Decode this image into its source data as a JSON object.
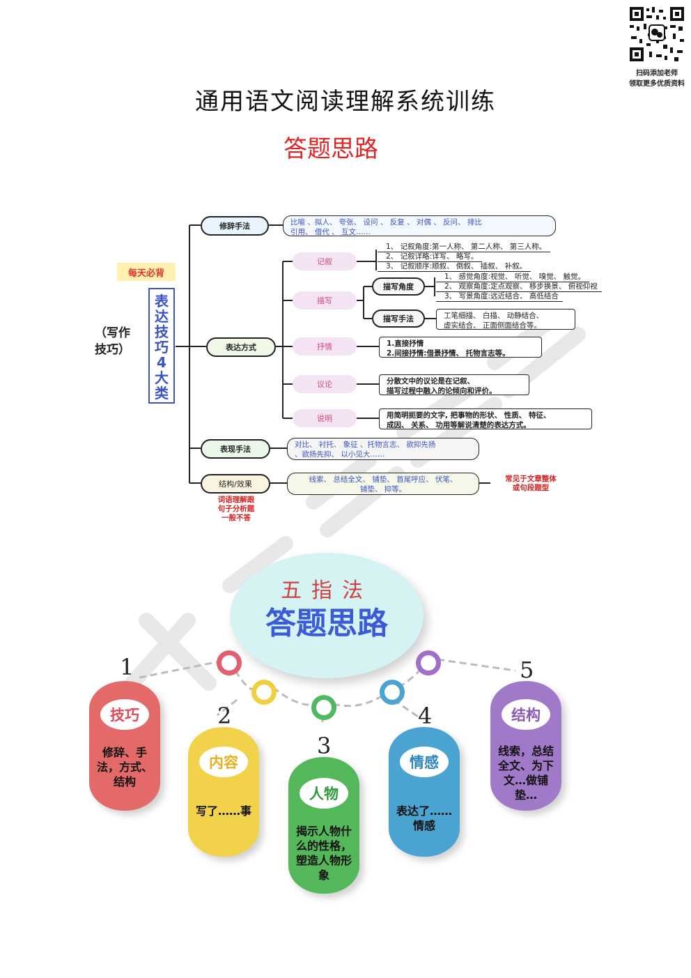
{
  "header": {
    "qr_caption_1": "扫码添加老师",
    "qr_caption_2": "领取更多优质资料",
    "title": "通用语文阅读理解系统训练",
    "subtitle": "答题思路"
  },
  "mindmap": {
    "ribbon": "每天必背",
    "root_label": "(写作技巧)",
    "root_label_1": "（写作",
    "root_label_2": "技巧）",
    "vertical_chars": [
      "表",
      "达",
      "技",
      "巧",
      "4",
      "大",
      "类"
    ],
    "branch_rhetoric": {
      "label": "修辞手法",
      "content_1": "比喻 、拟人、 夸张、 设问 、 反复 、 对偶 、 反问、 排比",
      "content_2": "引用、 借代 、 互文……"
    },
    "branch_expression": {
      "label": "表达方式",
      "narration": {
        "label": "记叙",
        "items": [
          "1、 记叙角度:第一人称、 第二人称、 第三人称。",
          "2、 记叙详略:详写、 略写。",
          "3、 记叙顺序:顺叙、 倒叙、 插叙、 补叙。"
        ]
      },
      "description": {
        "label": "描写",
        "angle": {
          "label": "描写角度",
          "items": [
            "1、 感觉角度:视觉、 听觉、 嗅觉、 触觉。",
            "2、 观察角度:定点观察、 移步换景、 俯视仰视",
            "3、 写景角度:远近结合、 高低结合"
          ]
        },
        "method": {
          "label": "描写手法",
          "line_1": "工笔细描、 白描、 动静结合、",
          "line_2": "虚实结合、 正面侧面结合等。"
        }
      },
      "lyric": {
        "label": "抒情",
        "line_1": "1.直接抒情",
        "line_2": "2.间接抒情:借景抒情、 托物言志等。"
      },
      "argument": {
        "label": "议论",
        "line_1": "分散文中的议论是在记叙、",
        "line_2": "描写过程中融入的论倾向和评价。"
      },
      "exposition": {
        "label": "说明",
        "line_1": "用简明扼要的文字, 把事物的形状、 性质、 特征、",
        "line_2": "成因、 关系、 功用等解说清楚的表达方式。"
      }
    },
    "branch_technique": {
      "label": "表现手法",
      "content_1": "对比、 衬托、 象征 、托物言志、 欲抑先扬",
      "content_2": "、欲扬先抑、 以小见大……"
    },
    "branch_structure": {
      "label": "结构/效果",
      "content_1": "线索、 总结全文、 铺垫、 首尾呼应、 伏笔、",
      "content_2": "铺垫、 抑等。",
      "note_right_1": "常见于文章整体",
      "note_right_2": "或句段题型",
      "note_below_1": "词语理解跟",
      "note_below_2": "句子分析题",
      "note_below_3": "一般不答"
    }
  },
  "five_fingers": {
    "top_label": "五指法",
    "main_label": "答题思路",
    "items": [
      {
        "num": "1",
        "title": "技巧",
        "text": "修辞、手法，方式、结构",
        "line_1": "修辞、手",
        "line_2": "法，方式、",
        "line_3": "结构",
        "color": "#e46a6a"
      },
      {
        "num": "2",
        "title": "内容",
        "text": "写了……事",
        "line_1": "写了……事",
        "color": "#f1d24a"
      },
      {
        "num": "3",
        "title": "人物",
        "text": "揭示人物什么的性格，塑造人物形象",
        "line_1": "揭示人物什",
        "line_2": "么的性格，",
        "line_3": "塑造人物形",
        "line_4": "象",
        "color": "#54b85a"
      },
      {
        "num": "4",
        "title": "情感",
        "text": "表达了……情感",
        "line_1": "表达了……",
        "line_2": "情感",
        "color": "#4aa3d0"
      },
      {
        "num": "5",
        "title": "结构",
        "text": "线索，总结全文、为下文…做铺垫…",
        "line_1": "线索，总结",
        "line_2": "全文、为下",
        "line_3": "文…做铺",
        "line_4": "垫…",
        "color": "#a07ac8"
      }
    ]
  }
}
